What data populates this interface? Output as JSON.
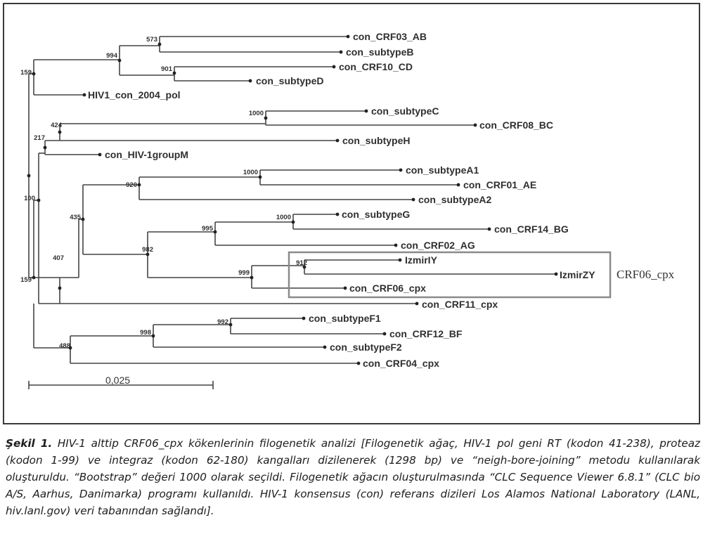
{
  "figure": {
    "taxa": {
      "crf03_ab": "con_CRF03_AB",
      "subtype_b": "con_subtypeB",
      "crf10_cd": "con_CRF10_CD",
      "subtype_d": "con_subtypeD",
      "hiv1_pol": "HIV1_con_2004_pol",
      "subtype_c": "con_subtypeC",
      "crf08_bc": "con_CRF08_BC",
      "subtype_h": "con_subtypeH",
      "group_m": "con_HIV-1groupM",
      "subtype_a1": "con_subtypeA1",
      "crf01_ae": "con_CRF01_AE",
      "subtype_a2": "con_subtypeA2",
      "subtype_g": "con_subtypeG",
      "crf14_bg": "con_CRF14_BG",
      "crf02_ag": "con_CRF02_AG",
      "izmir_iy": "IzmirIY",
      "izmir_zy": "IzmirZY",
      "crf06_cpx": "con_CRF06_cpx",
      "crf11_cpx": "con_CRF11_cpx",
      "subtype_f1": "con_subtypeF1",
      "crf12_bf": "con_CRF12_BF",
      "subtype_f2": "con_subtypeF2",
      "crf04_cpx": "con_CRF04_cpx"
    },
    "bootstrap": {
      "b573": "573",
      "b994": "994",
      "b901": "901",
      "b159_top": "159",
      "b1000_c": "1000",
      "b424": "424",
      "b217": "217",
      "b1000_a": "1000",
      "b920": "920",
      "b100": "100",
      "b435": "435",
      "b1000_g": "1000",
      "b995": "995",
      "b982": "982",
      "b912": "912",
      "b999": "999",
      "b407": "407",
      "b159_bottom": "159",
      "b992": "992",
      "b998": "998",
      "b488": "488"
    },
    "clade_box_label": "CRF06_cpx",
    "scale_bar_label": "0,025"
  },
  "caption": {
    "label": "Şekil 1.",
    "text": "HIV-1 alttip CRF06_cpx kökenlerinin filogenetik analizi [Filogenetik ağaç, HIV-1 pol geni RT (kodon 41-238), proteaz (kodon 1-99) ve integraz (kodon 62-180) kangalları dizilenerek (1298 bp) ve “neigh-bore-joining” metodu kullanılarak oluşturuldu. “Bootstrap” değeri 1000 olarak seçildi. Filogenetik ağacın oluşturulmasında “CLC Sequence Viewer 6.8.1” (CLC bio A/S, Aarhus, Danimarka) programı kullanıldı. HIV-1 konsensus (con) referans dizileri Los Alamos National Laboratory (LANL, hiv.lanl.gov) veri tabanından sağlandı]."
  }
}
